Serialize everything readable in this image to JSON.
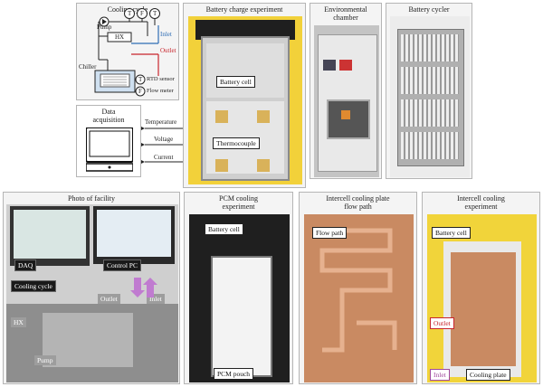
{
  "cooling_cycle": {
    "title": "Cooling cycle",
    "pump": "Pump",
    "hx": "HX",
    "chiller": "Chiller",
    "inlet": "Inlet",
    "outlet": "Outlet",
    "sensor_t": "T",
    "sensor_f": "F",
    "legend_rtd": "RTD sensor",
    "legend_flow": "Flow meter"
  },
  "data_acquisition": {
    "title_line1": "Data",
    "title_line2": "acquisition",
    "signals": [
      "Temperature",
      "Voltage",
      "Current"
    ]
  },
  "battery_charge": {
    "title": "Battery charge experiment",
    "battery_cell_label": "Battery cell",
    "thermocouple_label": "Thermocouple"
  },
  "environmental_chamber": {
    "title_line1": "Environmental",
    "title_line2": "chamber"
  },
  "battery_cycler": {
    "title": "Battery cycler"
  },
  "photo_facility": {
    "title": "Photo of facility",
    "daq": "DAQ",
    "control_pc": "Control PC",
    "cooling_cycle": "Cooling cycle",
    "outlet": "Outlet",
    "inlet": "Inlet",
    "hx": "HX",
    "pump": "Pump"
  },
  "pcm_cooling": {
    "title_line1": "PCM cooling",
    "title_line2": "experiment",
    "battery_cell": "Battery cell",
    "pcm_pouch": "PCM pouch"
  },
  "intercell_flow": {
    "title_line1": "Intercell cooling plate",
    "title_line2": "flow path",
    "flow_path": "Flow path"
  },
  "intercell_experiment": {
    "title_line1": "Intercell cooling",
    "title_line2": "experiment",
    "battery_cell": "Battery cell",
    "outlet": "Outlet",
    "inlet": "Inlet",
    "cooling_plate": "Cooling plate"
  },
  "colors": {
    "inlet": "#2f6db5",
    "outlet": "#c8242b",
    "inlet_label_border": "#a04a9e",
    "copper": "#c98a62",
    "panel_bg": "#f4f4f4"
  }
}
